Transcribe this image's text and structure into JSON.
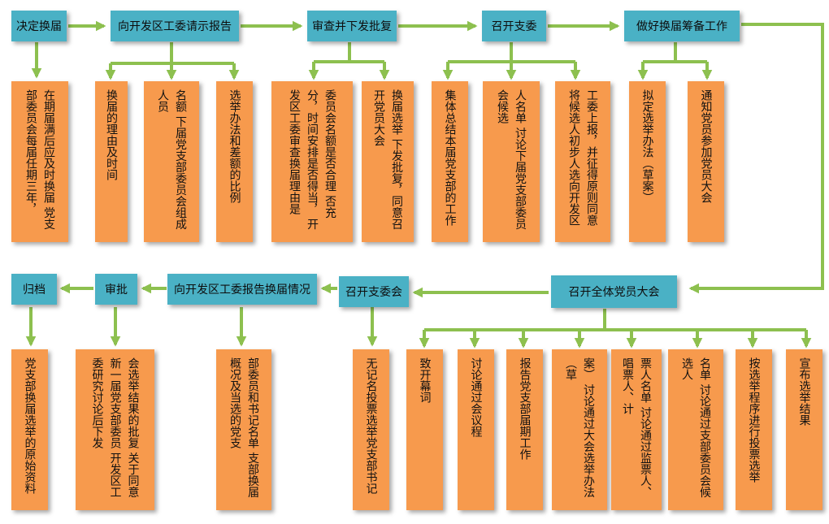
{
  "row1": {
    "s1": {
      "title": "决定换届",
      "items": [
        "在期届满后应及时换届 党支部委员会每届任期三年，"
      ]
    },
    "s2": {
      "title": "向开发区工委请示报告",
      "items": [
        "换届的理由及时间",
        "名额 下届党支部委员会组成人员",
        "选举办法和差额的比例"
      ]
    },
    "s3": {
      "title": "审查并下发批复",
      "items": [
        "委员会名额是否合理 否充分，时间安排是否得当， 开发区工委审查换届理由是",
        "换届选举 下发批复，同意召开党员大会"
      ]
    },
    "s4": {
      "title": "召开支委",
      "items": [
        "集体总结本届党支部的工作",
        "人名单 讨论下届党支部委员会候选",
        "工委上报，并征得原则同意 将候选人初步人选向开发区"
      ]
    },
    "s5": {
      "title": "做好换届筹备工作",
      "items": [
        "拟定选举办法（草案）",
        "通知党员参加党员大会"
      ]
    }
  },
  "row2": {
    "s1": {
      "title": "归档",
      "items": [
        "党支部换届选举的原始资料"
      ]
    },
    "s2": {
      "title": "审批",
      "items": [
        "会选举结果的批复 关于同意新一届党支部委员 开发区工委研究讨论后下发"
      ]
    },
    "s3": {
      "title": "向开发区工委报告换届情况",
      "items": [
        "部委员和书记名单 支部换届概况及当选的党支"
      ]
    },
    "s4": {
      "title": "召开支委会",
      "items": [
        "无记名投票选举党支部书记"
      ]
    },
    "s5": {
      "title": "召开全体党员大会",
      "items": [
        "致开幕词",
        "讨论通过会议程",
        "报告党支部届期工作",
        "案） 讨论通过大会选举办法（草",
        "票人名单 讨论通过监票人、唱票人、计",
        "名单 讨论通过支部委员会候选人",
        "按选举程序进行投票选举",
        "宣布选举结果"
      ]
    }
  },
  "colors": {
    "header": "#4ab1c5",
    "leaf": "#f79a4d",
    "arrow": "#8dc04f"
  }
}
